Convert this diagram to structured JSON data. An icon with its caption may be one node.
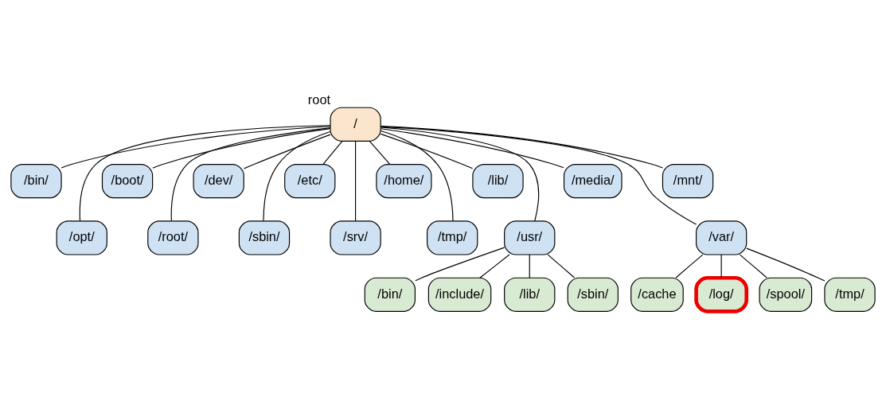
{
  "diagram": {
    "nodes": [
      {
        "text": [
          "/"
        ],
        "beside": [
          "root"
        ]
      },
      {
        "text": [
          "/bin/"
        ]
      },
      {
        "text": [
          "/opt/"
        ]
      },
      {
        "text": [
          "/boot/"
        ]
      },
      {
        "text": [
          "/root/"
        ]
      },
      {
        "text": [
          "/dev/"
        ]
      },
      {
        "text": [
          "/sbin/"
        ]
      },
      {
        "text": [
          "/etc/"
        ]
      },
      {
        "text": [
          "/srv/"
        ]
      },
      {
        "text": [
          "/home/"
        ]
      },
      {
        "text": [
          "/tmp/"
        ]
      },
      {
        "text": [
          "/lib/"
        ]
      },
      {
        "text": [
          "/usr/"
        ]
      },
      {
        "text": [
          "/media/"
        ]
      },
      {
        "text": [
          "/var/"
        ]
      },
      {
        "text": [
          "/mnt/"
        ]
      },
      {
        "text": [
          "/bin/"
        ]
      },
      {
        "text": [
          "/include/"
        ]
      },
      {
        "text": [
          "/lib/"
        ]
      },
      {
        "text": [
          "/sbin/"
        ]
      },
      {
        "text": [
          "/cache"
        ]
      },
      {
        "text": [
          "/log/"
        ]
      },
      {
        "text": [
          "/spool/"
        ]
      },
      {
        "text": [
          "/tmp/"
        ]
      }
    ],
    "edges": [
      {
        "from": 0,
        "to": 1,
        "arrow": "none"
      },
      {
        "from": 0,
        "to": 2,
        "arrow": "none"
      },
      {
        "from": 0,
        "to": 3,
        "arrow": "none"
      },
      {
        "from": 0,
        "to": 4,
        "arrow": "none"
      },
      {
        "from": 0,
        "to": 5,
        "arrow": "none"
      },
      {
        "from": 0,
        "to": 6,
        "arrow": "none"
      },
      {
        "from": 0,
        "to": 7,
        "arrow": "none"
      },
      {
        "from": 0,
        "to": 8,
        "arrow": "none"
      },
      {
        "from": 0,
        "to": 9,
        "arrow": "none"
      },
      {
        "from": 0,
        "to": 10,
        "arrow": "none"
      },
      {
        "from": 0,
        "to": 11,
        "arrow": "none"
      },
      {
        "from": 0,
        "to": 12,
        "arrow": "none"
      },
      {
        "from": 0,
        "to": 13,
        "arrow": "none"
      },
      {
        "from": 0,
        "to": 14,
        "arrow": "none"
      },
      {
        "from": 0,
        "to": 15,
        "arrow": "none"
      },
      {
        "from": 12,
        "to": 16,
        "arrow": "none"
      },
      {
        "from": 12,
        "to": 17,
        "arrow": "none"
      },
      {
        "from": 12,
        "to": 18,
        "arrow": "none"
      },
      {
        "from": 12,
        "to": 19,
        "arrow": "none"
      },
      {
        "from": 14,
        "to": 20,
        "arrow": "none"
      },
      {
        "from": 14,
        "to": 21,
        "arrow": "none"
      },
      {
        "from": 14,
        "to": 22,
        "arrow": "none"
      },
      {
        "from": 14,
        "to": 23,
        "arrow": "none"
      }
    ]
  }
}
